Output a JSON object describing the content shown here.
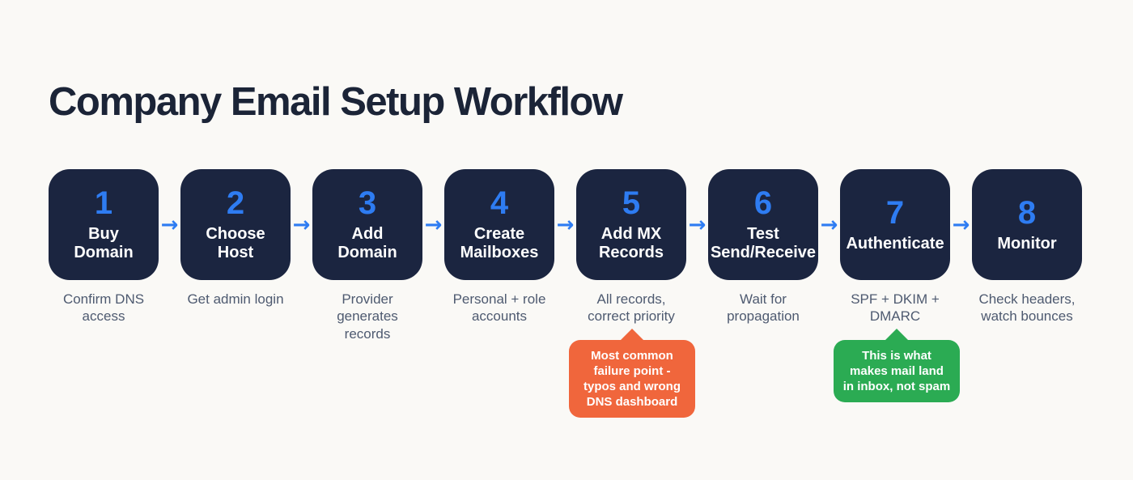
{
  "title": "Company Email Setup Workflow",
  "arrow_glyph": "→",
  "colors": {
    "background": "#faf9f6",
    "title_text": "#1b2437",
    "card_bg": "#1b2540",
    "accent_blue": "#2e7cf2",
    "label_text": "#ffffff",
    "subtitle_text": "#4e5a70",
    "callout_warning": "#f0663c",
    "callout_success": "#2bab53",
    "callout_text": "#ffffff"
  },
  "steps": [
    {
      "number": "1",
      "label": "Buy\nDomain",
      "subtitle": "Confirm DNS access"
    },
    {
      "number": "2",
      "label": "Choose\nHost",
      "subtitle": "Get admin login"
    },
    {
      "number": "3",
      "label": "Add\nDomain",
      "subtitle": "Provider generates records"
    },
    {
      "number": "4",
      "label": "Create\nMailboxes",
      "subtitle": "Personal + role accounts"
    },
    {
      "number": "5",
      "label": "Add MX\nRecords",
      "subtitle": "All records, correct priority"
    },
    {
      "number": "6",
      "label": "Test\nSend/Receive",
      "subtitle": "Wait for propagation"
    },
    {
      "number": "7",
      "label": "Authenticate",
      "subtitle": "SPF + DKIM +\nDMARC"
    },
    {
      "number": "8",
      "label": "Monitor",
      "subtitle": "Check headers,\nwatch bounces"
    }
  ],
  "callouts": [
    {
      "type": "warning",
      "attached_to_step": "5",
      "color": "#f0663c",
      "text": "Most common\nfailure point -\ntypos and wrong\nDNS dashboard"
    },
    {
      "type": "success",
      "attached_to_step": "7",
      "color": "#2bab53",
      "text": "This is what\nmakes mail land\nin inbox, not spam"
    }
  ]
}
